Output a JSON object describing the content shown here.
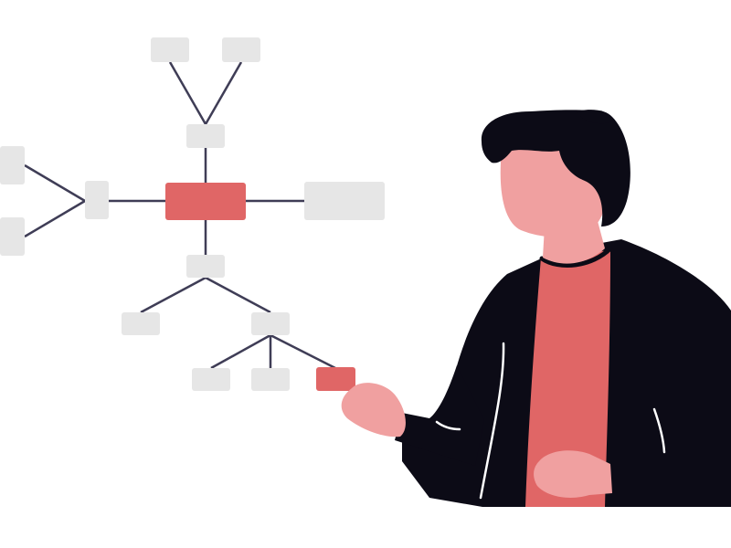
{
  "illustration": {
    "subject": "person-presenting-mind-map",
    "colors": {
      "background": "#ffffff",
      "node": "#e6e6e6",
      "node_highlight": "#e06666",
      "connector": "#3f3d56",
      "hair": "#0c0b16",
      "jacket": "#0c0b16",
      "skin": "#f0a0a0",
      "shirt": "#e06666",
      "jacket_line": "#ffffff"
    }
  },
  "diagram": {
    "nodes": [
      {
        "id": "top-left",
        "highlight": false
      },
      {
        "id": "top-right",
        "highlight": false
      },
      {
        "id": "upper-mid",
        "highlight": false
      },
      {
        "id": "far-left-top",
        "highlight": false
      },
      {
        "id": "far-left-bottom",
        "highlight": false
      },
      {
        "id": "left-mid",
        "highlight": false
      },
      {
        "id": "center",
        "highlight": true
      },
      {
        "id": "right-wide",
        "highlight": false
      },
      {
        "id": "lower-mid",
        "highlight": false
      },
      {
        "id": "lower-left",
        "highlight": false
      },
      {
        "id": "lower-right",
        "highlight": false
      },
      {
        "id": "bottom-1",
        "highlight": false
      },
      {
        "id": "bottom-2",
        "highlight": false
      },
      {
        "id": "bottom-3-selected",
        "highlight": true
      }
    ]
  }
}
